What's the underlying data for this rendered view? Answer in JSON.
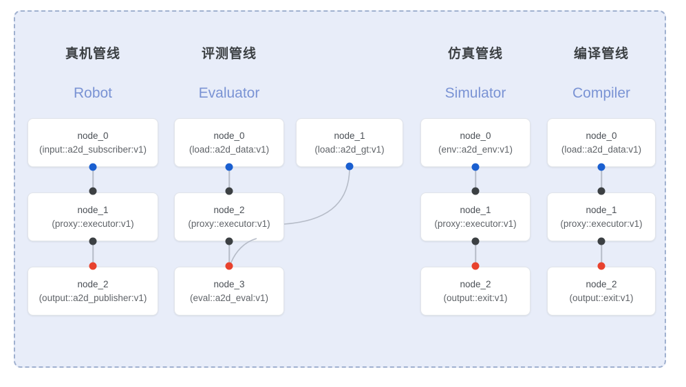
{
  "diagram": {
    "background_color": "#e8edf9",
    "border_color": "#9fb0cf",
    "accent_color": "#7a93d4",
    "port_colors": {
      "input": "#1a5fd0",
      "middle": "#3c4043",
      "output": "#e8422e"
    }
  },
  "columns": [
    {
      "title_cn": "真机管线",
      "title_en": "Robot",
      "nodes": [
        {
          "name": "node_0",
          "type": "(input::a2d_subscriber:v1)"
        },
        {
          "name": "node_1",
          "type": "(proxy::executor:v1)"
        },
        {
          "name": "node_2",
          "type": "(output::a2d_publisher:v1)"
        }
      ]
    },
    {
      "title_cn": "评测管线",
      "title_en": "Evaluator",
      "nodes": [
        {
          "name": "node_0",
          "type": "(load::a2d_data:v1)"
        },
        {
          "name": "node_1",
          "type": "(load::a2d_gt:v1)"
        },
        {
          "name": "node_2",
          "type": "(proxy::executor:v1)"
        },
        {
          "name": "node_3",
          "type": "(eval::a2d_eval:v1)"
        }
      ]
    },
    {
      "title_cn": "仿真管线",
      "title_en": "Simulator",
      "nodes": [
        {
          "name": "node_0",
          "type": "(env::a2d_env:v1)"
        },
        {
          "name": "node_1",
          "type": "(proxy::executor:v1)"
        },
        {
          "name": "node_2",
          "type": "(output::exit:v1)"
        }
      ]
    },
    {
      "title_cn": "编译管线",
      "title_en": "Compiler",
      "nodes": [
        {
          "name": "node_0",
          "type": "(load::a2d_data:v1)"
        },
        {
          "name": "node_1",
          "type": "(proxy::executor:v1)"
        },
        {
          "name": "node_2",
          "type": "(output::exit:v1)"
        }
      ]
    }
  ]
}
